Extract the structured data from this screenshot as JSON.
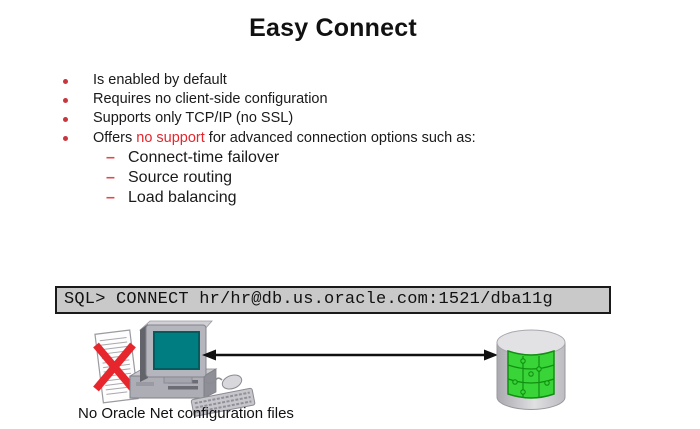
{
  "title": "Easy Connect",
  "bullets": {
    "items": [
      "Is enabled by default",
      "Requires no client-side configuration",
      "Supports only TCP/IP (no SSL)"
    ],
    "offers": {
      "pre": "Offers ",
      "highlight": "no support",
      "post": " for advanced connection options such as:"
    },
    "dash_marker": "–",
    "sub_items": [
      "Connect-time failover",
      "Source routing",
      "Load balancing"
    ]
  },
  "code_box": {
    "text": "SQL> CONNECT hr/hr@db.us.oracle.com:1521/dba11g"
  },
  "diagram": {
    "caption": "No Oracle Net configuration files",
    "icons": {
      "no_config_files": "document-with-red-x-icon",
      "client": "desktop-computer-icon",
      "link": "double-headed-arrow-icon",
      "database": "database-cylinder-icon"
    }
  },
  "colors": {
    "highlight_red": "#e6262c",
    "bullet_red": "#c8373d",
    "sub_dash_red": "#e0484d",
    "screen_teal": "#007d80",
    "puzzle_green": "#38d438",
    "puzzle_outline_green": "#109010",
    "code_box_bg": "#c9c9c9",
    "text": "#1a1a1a"
  }
}
